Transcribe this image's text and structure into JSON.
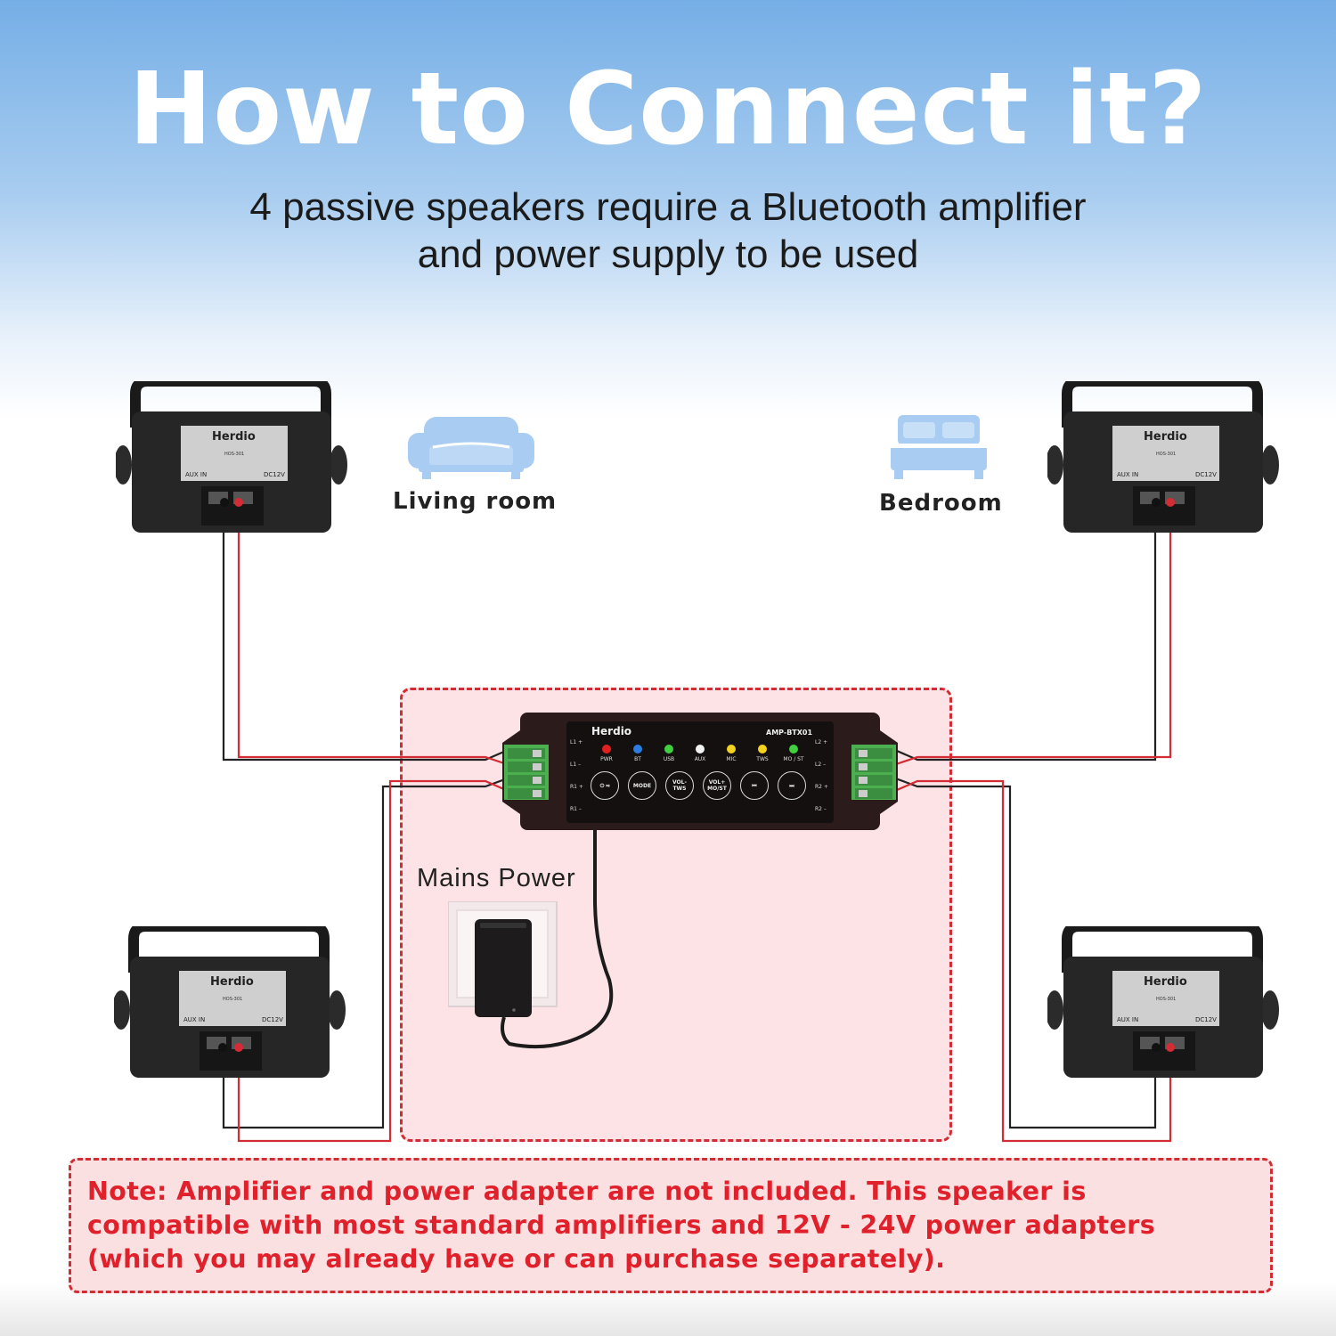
{
  "header": {
    "title": "How to Connect it?",
    "subtitle_line1": "4 passive speakers require a Bluetooth amplifier",
    "subtitle_line2": "and power supply to be used"
  },
  "rooms": {
    "living_room": "Living room",
    "bedroom": "Bedroom"
  },
  "speaker": {
    "brand": "Herdio",
    "model": "HOS-301",
    "aux_label": "AUX IN",
    "dc_label": "DC12V"
  },
  "amplifier": {
    "brand": "Herdio",
    "model": "AMP-BTX01",
    "leds": [
      {
        "label": "PWR",
        "color": "#e32020"
      },
      {
        "label": "BT",
        "color": "#2a7de1"
      },
      {
        "label": "USB",
        "color": "#3fcf3f"
      },
      {
        "label": "AUX",
        "color": "#f2f2f2"
      },
      {
        "label": "MIC",
        "color": "#f4d21e"
      },
      {
        "label": "TWS",
        "color": "#f4d21e"
      },
      {
        "label": "MO / ST",
        "color": "#3fcf3f"
      }
    ],
    "buttons": [
      "⏻ ⏯",
      "MODE",
      "VOL- TWS",
      "VOL+ MO/ST",
      "⏮",
      "⏭"
    ],
    "left_terminals": [
      "L1 +",
      "L1 –",
      "R1 +",
      "R1 –"
    ],
    "right_terminals": [
      "L2 +",
      "L2 –",
      "R2 +",
      "R2 –"
    ]
  },
  "power": {
    "label": "Mains Power"
  },
  "note": {
    "text": "Note: Amplifier and power adapter are not included. This speaker is compatible with most standard amplifiers and 12V - 24V power adapters (which you may already have or can purchase separately)."
  },
  "colors": {
    "accent_red": "#d32c34",
    "note_text": "#e0202a",
    "zone_fill": "#fde3e5",
    "icon_blue": "#a9cdf2"
  }
}
